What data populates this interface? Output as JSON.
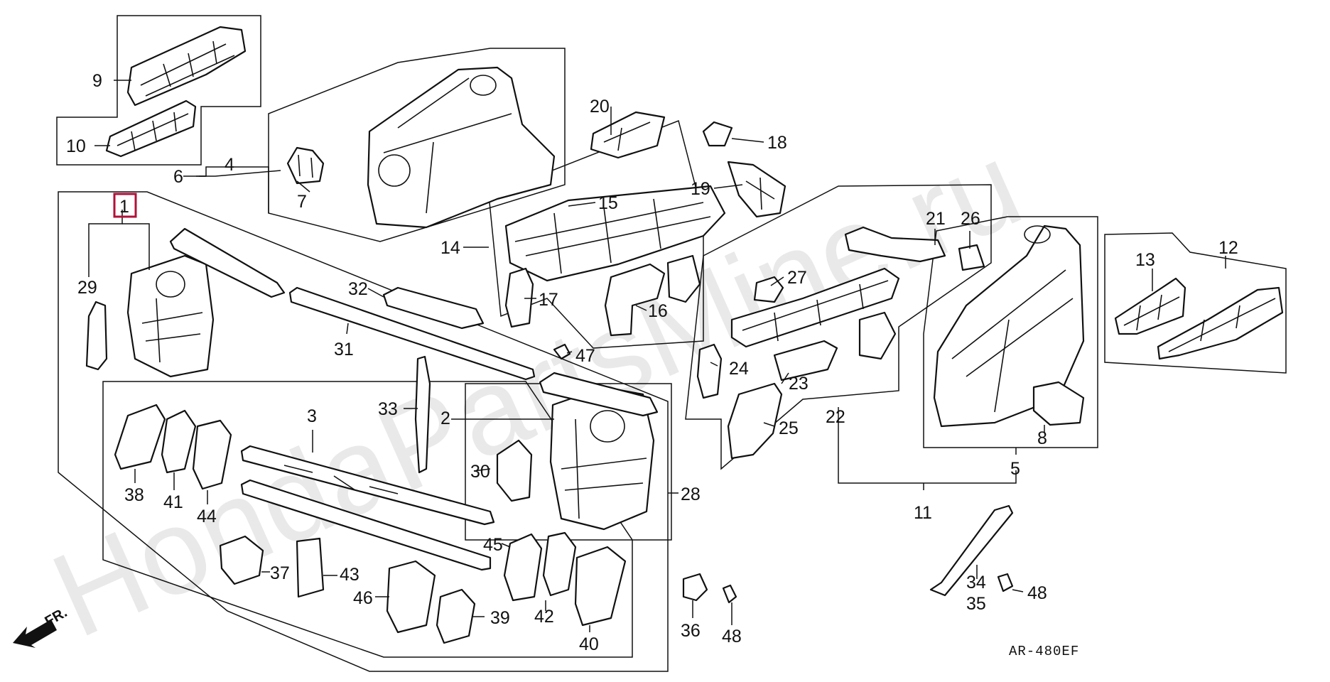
{
  "diagram": {
    "watermark": "HondaPartsMine.ru",
    "drawing_code": "AR-480EF",
    "direction_label": "FR.",
    "highlight_color": "#b0113a",
    "highlighted_label": "1",
    "callouts": [
      "1",
      "2",
      "3",
      "4",
      "5",
      "6",
      "7",
      "8",
      "9",
      "10",
      "11",
      "12",
      "13",
      "14",
      "15",
      "16",
      "17",
      "18",
      "19",
      "20",
      "21",
      "22",
      "23",
      "24",
      "25",
      "26",
      "27",
      "28",
      "29",
      "30",
      "31",
      "32",
      "33",
      "34",
      "35",
      "36",
      "37",
      "38",
      "39",
      "40",
      "41",
      "42",
      "43",
      "44",
      "45",
      "46",
      "47",
      "48",
      "48"
    ]
  }
}
